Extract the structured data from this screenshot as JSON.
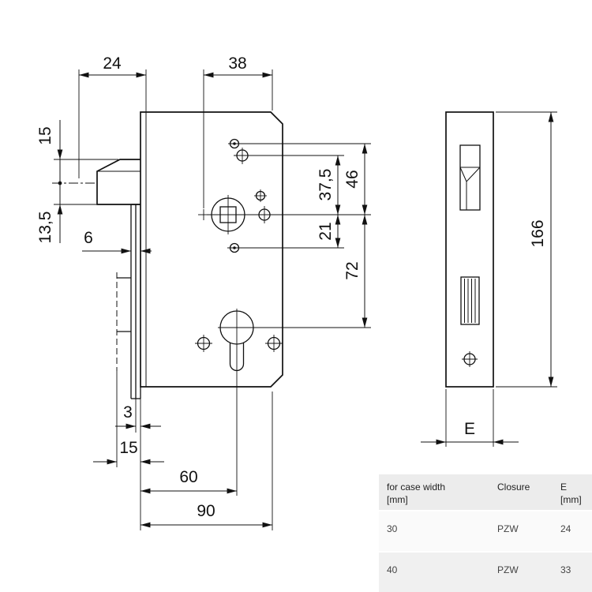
{
  "page": {
    "background": "#ffffff"
  },
  "drawing": {
    "line_color": "#111111",
    "front_view": {
      "dim_top_left": "24",
      "dim_top_right": "38",
      "dim_left_upper": "15",
      "dim_left_lower": "13,5",
      "dim_faceplate": "6",
      "dim_screw_offset": "37,5",
      "dim_top_to_follower": "46",
      "dim_follower_to_screw": "21",
      "dim_follower_to_cylinder": "72",
      "dim_bottom_small": "3",
      "dim_bolt_throw": "15",
      "dim_backset": "60",
      "dim_case_depth": "90"
    },
    "side_view": {
      "dim_height": "166",
      "dim_width": "E"
    }
  },
  "table": {
    "headers": [
      {
        "line1": "for case width",
        "line2": "[mm]"
      },
      {
        "line1": "Closure",
        "line2": ""
      },
      {
        "line1": "E",
        "line2": "[mm]"
      }
    ],
    "rows": [
      {
        "case_width": "30",
        "closure": "PZW",
        "e": "24"
      },
      {
        "case_width": "40",
        "closure": "PZW",
        "e": "33"
      }
    ]
  }
}
